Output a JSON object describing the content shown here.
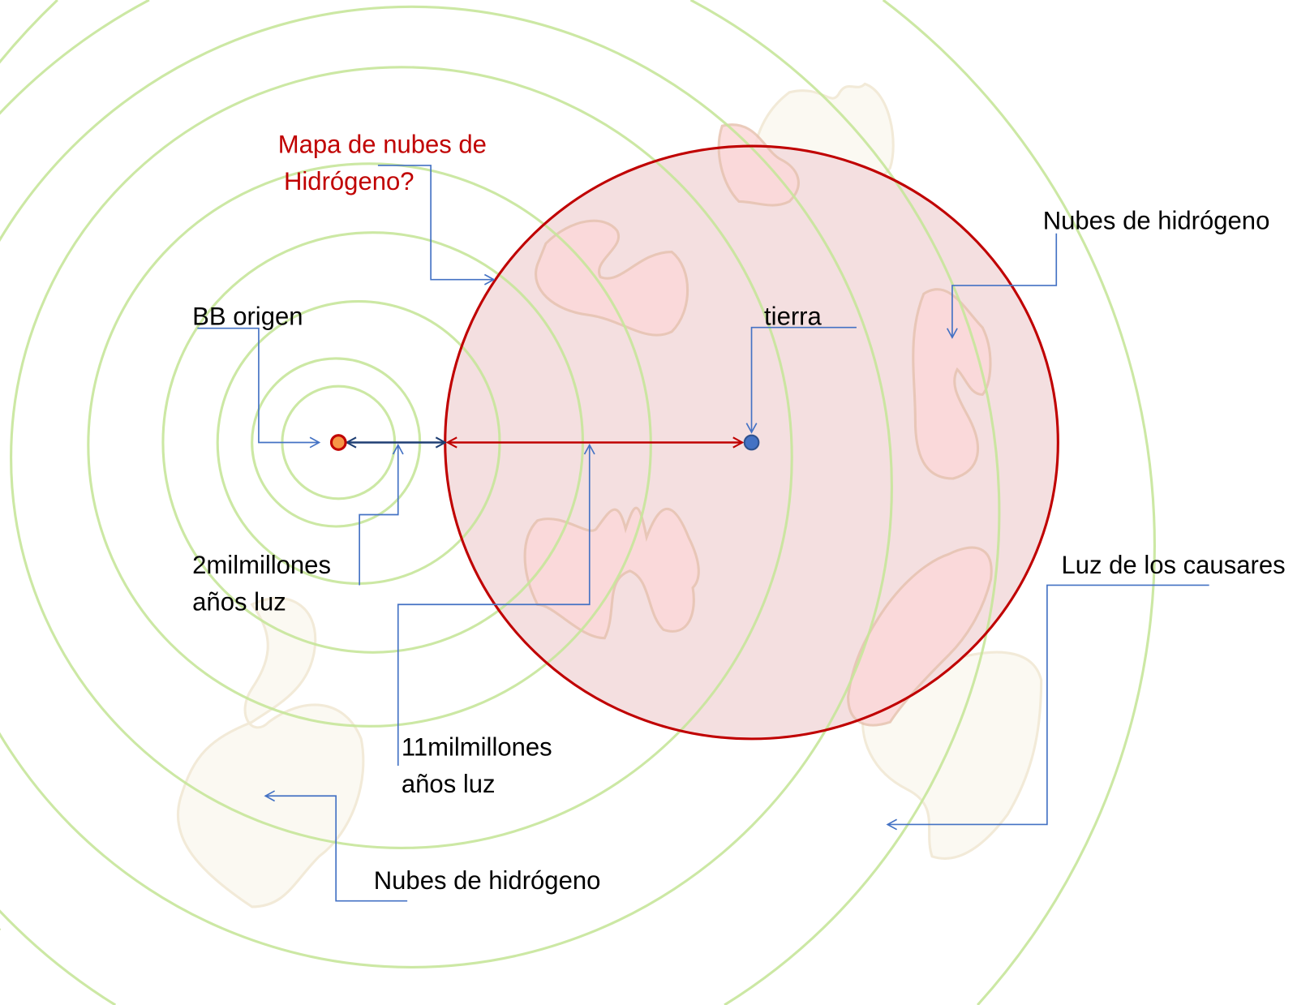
{
  "labels": {
    "map_question": [
      "Mapa de nubes de",
      "Hidrógeno?"
    ],
    "bb_origin": "BB origen",
    "earth": "tierra",
    "hydrogen_clouds_top": "Nubes de hidrógeno",
    "two_billion": [
      "2milmillones",
      "años luz"
    ],
    "eleven_billion": [
      "11milmillones",
      "años luz"
    ],
    "quasar_light": "Luz de los causares",
    "hydrogen_clouds_bottom": "Nubes de hidrógeno"
  },
  "colors": {
    "rings": "#c6e59a",
    "observable_universe_fill": "#f4dfe0",
    "observable_universe_stroke": "#c00000",
    "connector": "#4472c4",
    "bb_dot": "#f79646",
    "earth_dot": "#4472c4",
    "title": "#c00000"
  }
}
